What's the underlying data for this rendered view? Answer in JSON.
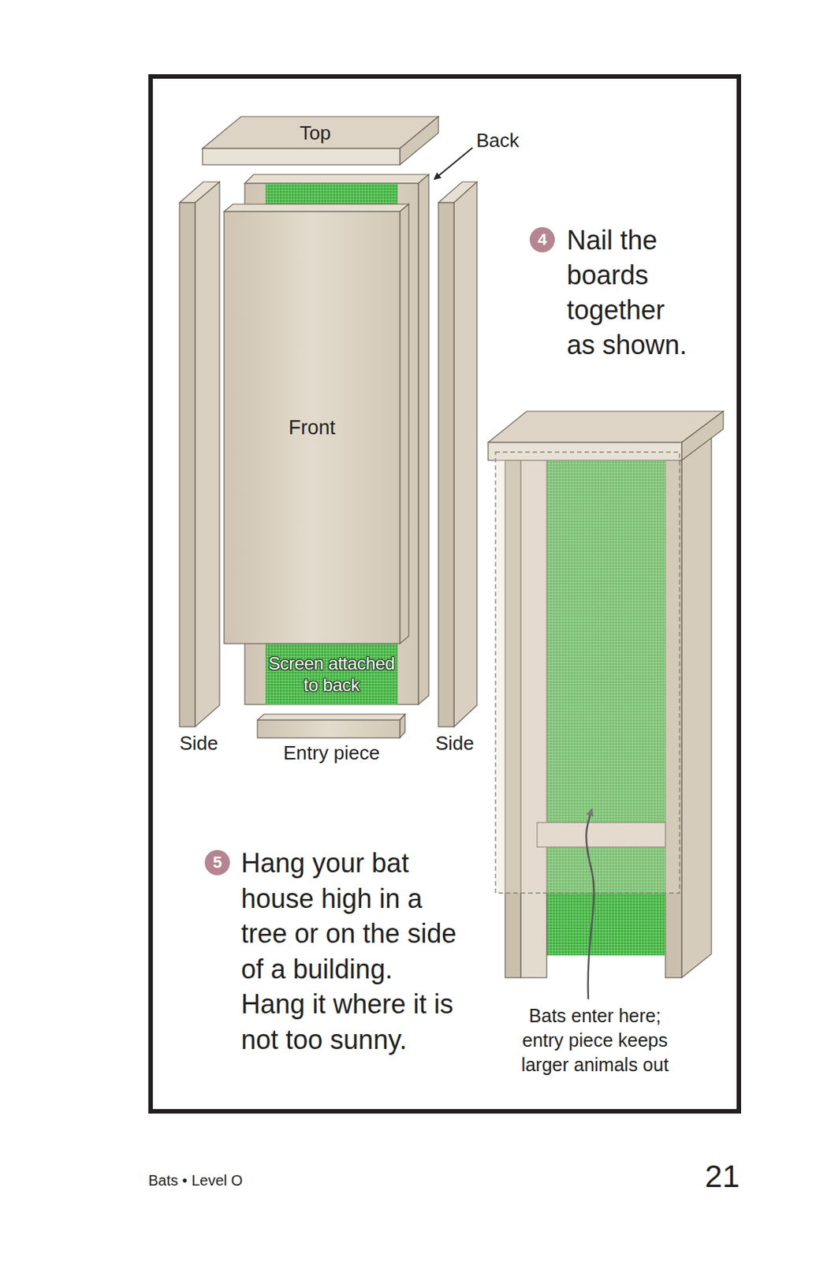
{
  "diagram": {
    "nodes": [
      {
        "text": [
          "Top"
        ]
      },
      {
        "text": [
          "Front"
        ]
      },
      {
        "text": [
          "Screen attached to back"
        ]
      }
    ],
    "labels": [
      "Back",
      "4",
      "Nail the boards together as shown.",
      "Side",
      "Entry piece",
      "Side",
      "5",
      "Hang your bat house high in a tree or on the side of a building. Hang it where it is not too sunny.",
      "Bats enter here; entry piece keeps larger animals out",
      "Bats • Level O",
      "21"
    ]
  }
}
